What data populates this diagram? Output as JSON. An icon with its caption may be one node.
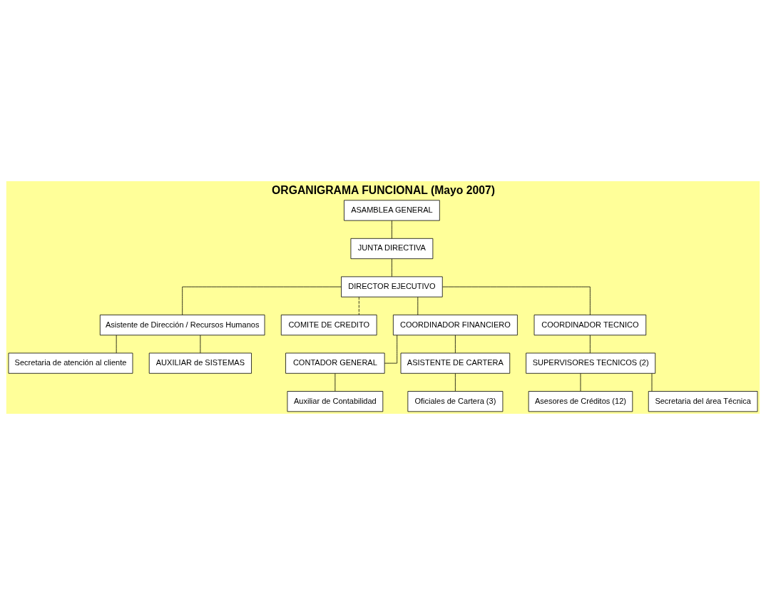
{
  "diagram": {
    "title": "ORGANIGRAMA FUNCIONAL (Mayo 2007)",
    "nodes": [
      {
        "text": [
          "ASAMBLEA GENERAL"
        ]
      },
      {
        "text": [
          "JUNTA DIRECTIVA"
        ]
      },
      {
        "text": [
          "DIRECTOR EJECUTIVO"
        ]
      },
      {
        "text": [
          "Asistente de Dirección / Recursos Humanos"
        ]
      },
      {
        "text": [
          "COMITE DE CREDITO"
        ]
      },
      {
        "text": [
          "COORDINADOR FINANCIERO"
        ]
      },
      {
        "text": [
          "COORDINADOR TECNICO"
        ]
      },
      {
        "text": [
          "Secretaria de atención al cliente"
        ]
      },
      {
        "text": [
          "AUXILIAR de SISTEMAS"
        ]
      },
      {
        "text": [
          "CONTADOR GENERAL"
        ]
      },
      {
        "text": [
          "ASISTENTE DE CARTERA"
        ]
      },
      {
        "text": [
          "SUPERVISORES TECNICOS (2)"
        ]
      },
      {
        "text": [
          "Auxiliar de Contabilidad"
        ]
      },
      {
        "text": [
          "Oficiales de Cartera (3)"
        ]
      },
      {
        "text": [
          "Asesores de Créditos (12)"
        ]
      },
      {
        "text": [
          "Secretaria del área Técnica"
        ]
      }
    ],
    "edges": [
      {
        "from": 0,
        "to": 1,
        "arrow": "none"
      },
      {
        "from": 1,
        "to": 2,
        "arrow": "none"
      },
      {
        "from": 2,
        "to": 3,
        "arrow": "none"
      },
      {
        "from": 2,
        "to": 4,
        "arrow": "none",
        "style": "dashed"
      },
      {
        "from": 2,
        "to": 5,
        "arrow": "none"
      },
      {
        "from": 2,
        "to": 6,
        "arrow": "none"
      },
      {
        "from": 3,
        "to": 7,
        "arrow": "none"
      },
      {
        "from": 3,
        "to": 8,
        "arrow": "none"
      },
      {
        "from": 5,
        "to": 9,
        "arrow": "none"
      },
      {
        "from": 5,
        "to": 10,
        "arrow": "none"
      },
      {
        "from": 6,
        "to": 11,
        "arrow": "none"
      },
      {
        "from": 9,
        "to": 12,
        "arrow": "none"
      },
      {
        "from": 10,
        "to": 13,
        "arrow": "none"
      },
      {
        "from": 11,
        "to": 14,
        "arrow": "none"
      },
      {
        "from": 11,
        "to": 15,
        "arrow": "none"
      }
    ]
  }
}
